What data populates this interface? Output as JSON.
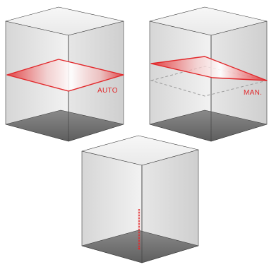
{
  "panels": [
    {
      "id": "auto",
      "mode_label": "AUTO"
    },
    {
      "id": "manual",
      "mode_label": "MAN."
    },
    {
      "id": "plumb",
      "mode_label": ""
    }
  ],
  "colors": {
    "laser": "#e2282b",
    "edge": "#3a3a3a",
    "face_light": "#efefef",
    "face_right": "#dcdcdc",
    "face_top": "#f4f4f4",
    "floor": "#6e6e6e",
    "dashed_plane": "#9a9a9a"
  }
}
